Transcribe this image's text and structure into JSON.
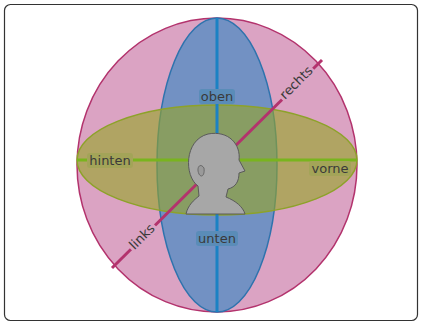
{
  "diagram": {
    "labels": [
      "oben",
      "rechts",
      "hinten",
      "vorne",
      "links",
      "unten"
    ]
  }
}
